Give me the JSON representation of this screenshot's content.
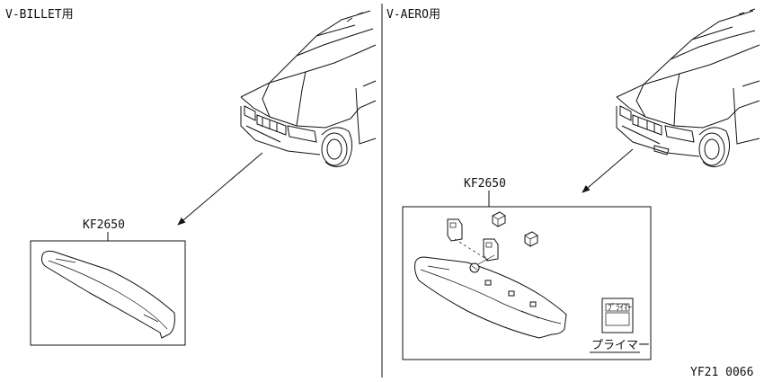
{
  "left_panel": {
    "title": "V-BILLET用",
    "part_label": "KF2650"
  },
  "right_panel": {
    "title": "V-AERO用",
    "part_label": "KF2650",
    "primer_label": "プライマー",
    "primer_can_text": "ﾌﾟﾗｲﾏｰ"
  },
  "figure_code": "YF21 0066",
  "colors": {
    "line": "#111111",
    "background": "#ffffff"
  }
}
